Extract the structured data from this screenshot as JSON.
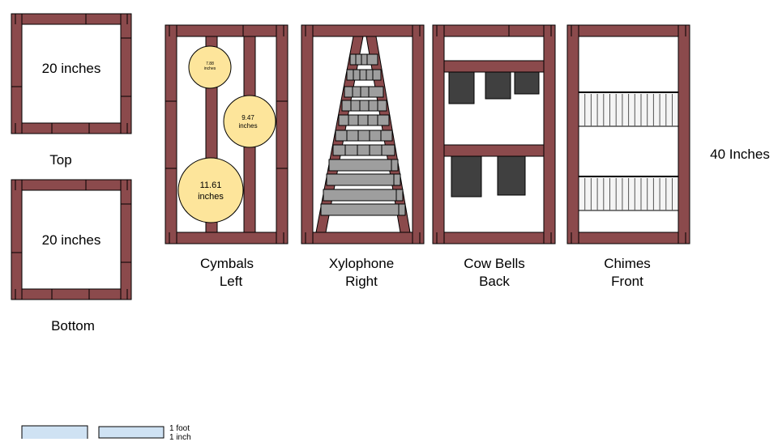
{
  "colors": {
    "wood": "#8b4a4c",
    "cymbal": "#fde59b",
    "xylo_bar": "#9e9e9e",
    "cowbell": "#404040",
    "chime_bg": "#f4f4f4",
    "legend_fill": "#cfe2f3"
  },
  "panels": {
    "top": {
      "dimension": "20 inches",
      "caption": "Top"
    },
    "bottom": {
      "dimension": "20 inches",
      "caption": "Bottom"
    },
    "cymbals": {
      "caption_line1": "Cymbals",
      "caption_line2": "Left",
      "cymbal_labels": [
        {
          "line1": "7.88",
          "line2": "inches"
        },
        {
          "line1": "9.47",
          "line2": "inches"
        },
        {
          "line1": "11.61",
          "line2": "inches"
        }
      ]
    },
    "xylophone": {
      "caption_line1": "Xylophone",
      "caption_line2": "Right"
    },
    "cowbells": {
      "caption_line1": "Cow Bells",
      "caption_line2": "Back"
    },
    "chimes": {
      "caption_line1": "Chimes",
      "caption_line2": "Front"
    }
  },
  "height_label": "40 Inches",
  "legend": {
    "foot": "1 foot",
    "inch": "1 inch"
  }
}
